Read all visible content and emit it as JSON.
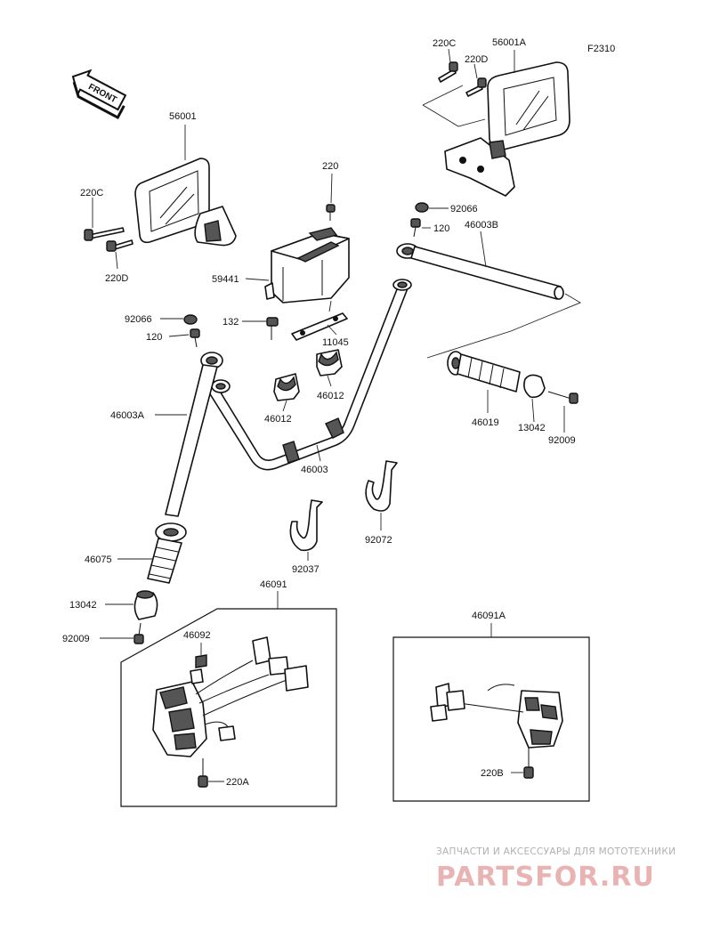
{
  "diagram_code": "F2310",
  "front_arrow": "FRONT",
  "labels": {
    "l56001": "56001",
    "l56001A": "56001A",
    "l220C_left": "220C",
    "l220D_left": "220D",
    "l220C_right": "220C",
    "l220D_right": "220D",
    "l220": "220",
    "l92066_right": "92066",
    "l120_right": "120",
    "l46003B": "46003B",
    "l59441": "59441",
    "l92066_left": "92066",
    "l120_left": "120",
    "l132": "132",
    "l11045": "11045",
    "l46012_a": "46012",
    "l46012_b": "46012",
    "l46003A": "46003A",
    "l46003": "46003",
    "l46019": "46019",
    "l13042_right": "13042",
    "l92009_right": "92009",
    "l92072": "92072",
    "l92037": "92037",
    "l46075": "46075",
    "l46091": "46091",
    "l46091A": "46091A",
    "l13042_left": "13042",
    "l92009_left": "92009",
    "l46092": "46092",
    "l220A": "220A",
    "l220B": "220B"
  },
  "watermark": {
    "tagline": "ЗАПЧАСТИ И АКСЕССУАРЫ ДЛЯ МОТОТЕХНИКИ",
    "logo": "PARTSFOR.RU"
  }
}
